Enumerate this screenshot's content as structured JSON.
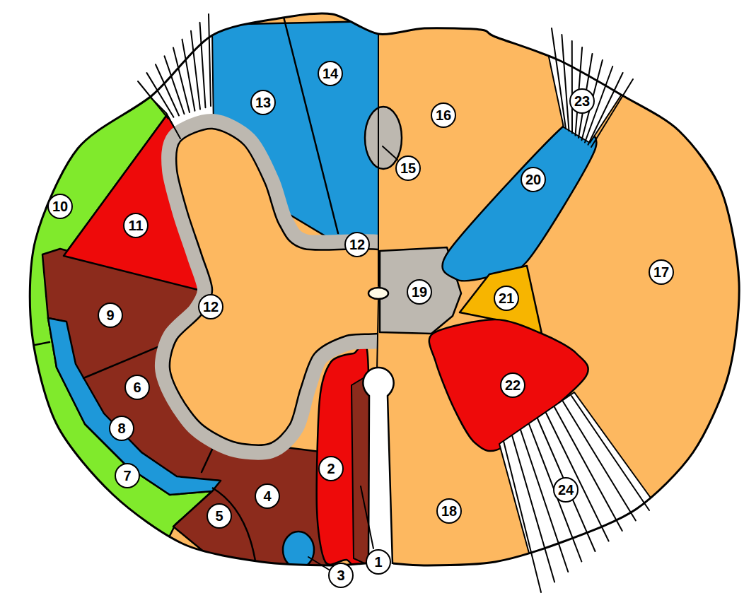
{
  "diagram": {
    "labels": [
      "1",
      "2",
      "3",
      "4",
      "5",
      "6",
      "7",
      "8",
      "9",
      "10",
      "11",
      "12",
      "12",
      "13",
      "14",
      "15",
      "16",
      "17",
      "18",
      "19",
      "20",
      "21",
      "22",
      "23",
      "24"
    ]
  }
}
